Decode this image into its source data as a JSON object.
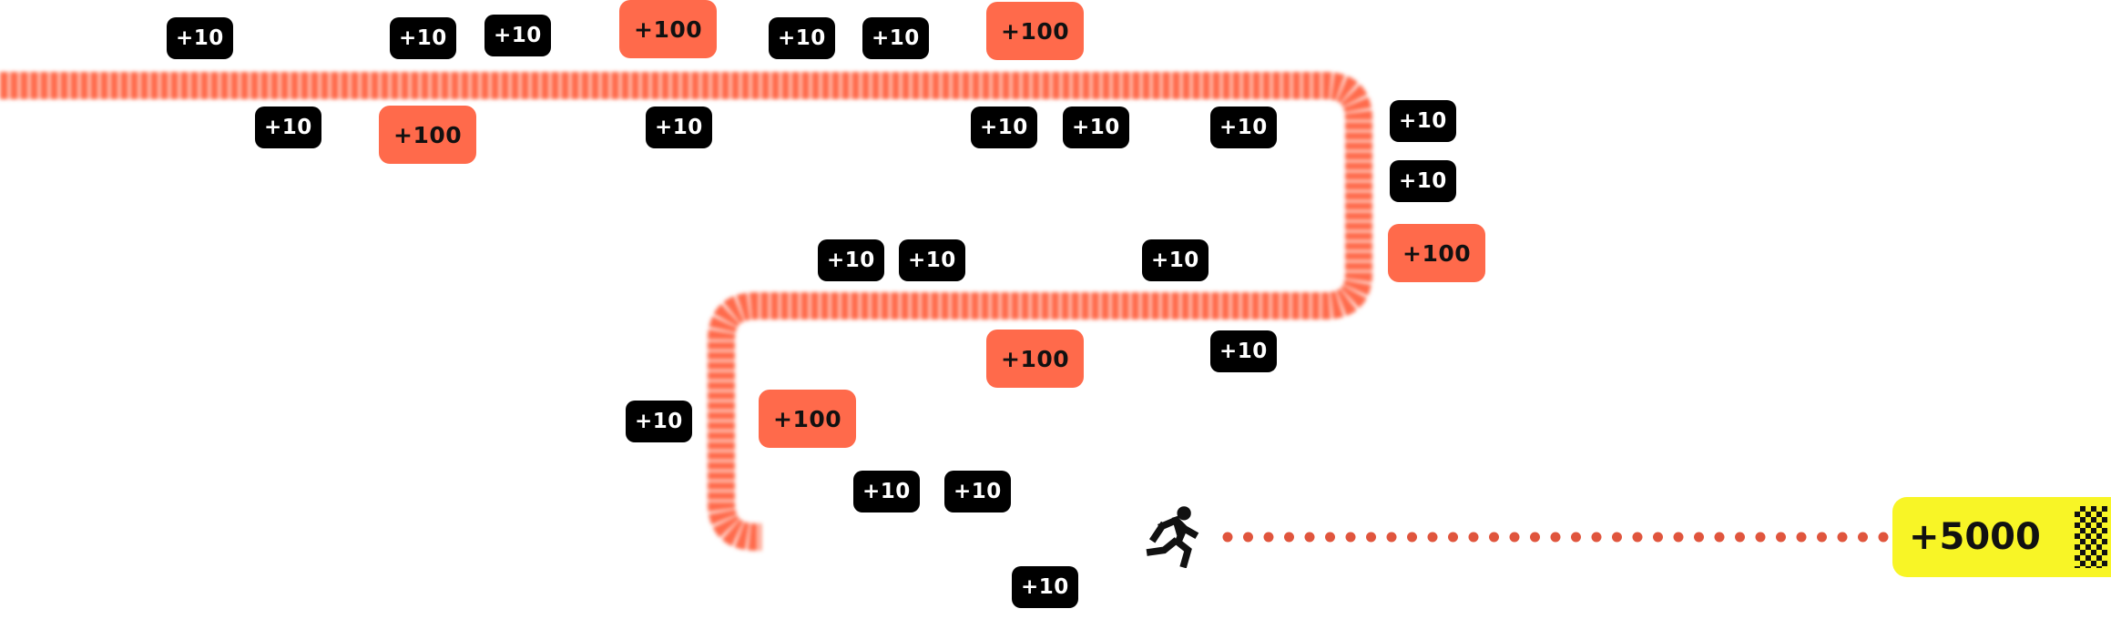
{
  "track": {
    "accent_color": "#ff6a4b",
    "progress_color": "#f8f526",
    "dots_color": "#e0553d"
  },
  "badges_small_label": "+10",
  "badges_big_label": "+100",
  "rewards": [
    {
      "kind": "small",
      "label": "+10"
    },
    {
      "kind": "small",
      "label": "+10"
    },
    {
      "kind": "small",
      "label": "+10"
    },
    {
      "kind": "big",
      "label": "+100"
    },
    {
      "kind": "small",
      "label": "+10"
    },
    {
      "kind": "small",
      "label": "+10"
    },
    {
      "kind": "big",
      "label": "+100"
    },
    {
      "kind": "small",
      "label": "+10"
    },
    {
      "kind": "big",
      "label": "+100"
    },
    {
      "kind": "small",
      "label": "+10"
    },
    {
      "kind": "small",
      "label": "+10"
    },
    {
      "kind": "small",
      "label": "+10"
    },
    {
      "kind": "small",
      "label": "+10"
    },
    {
      "kind": "small",
      "label": "+10"
    },
    {
      "kind": "small",
      "label": "+10"
    },
    {
      "kind": "big",
      "label": "+100"
    },
    {
      "kind": "small",
      "label": "+10"
    },
    {
      "kind": "small",
      "label": "+10"
    },
    {
      "kind": "small",
      "label": "+10"
    },
    {
      "kind": "big",
      "label": "+100"
    },
    {
      "kind": "small",
      "label": "+10"
    },
    {
      "kind": "small",
      "label": "+10"
    },
    {
      "kind": "big",
      "label": "+100"
    },
    {
      "kind": "small",
      "label": "+10"
    },
    {
      "kind": "small",
      "label": "+10"
    },
    {
      "kind": "small",
      "label": "+10"
    }
  ],
  "finish": {
    "label": "+5000"
  },
  "icons": {
    "runner": "runner-icon",
    "finish_flag": "checkered-flag-icon"
  }
}
